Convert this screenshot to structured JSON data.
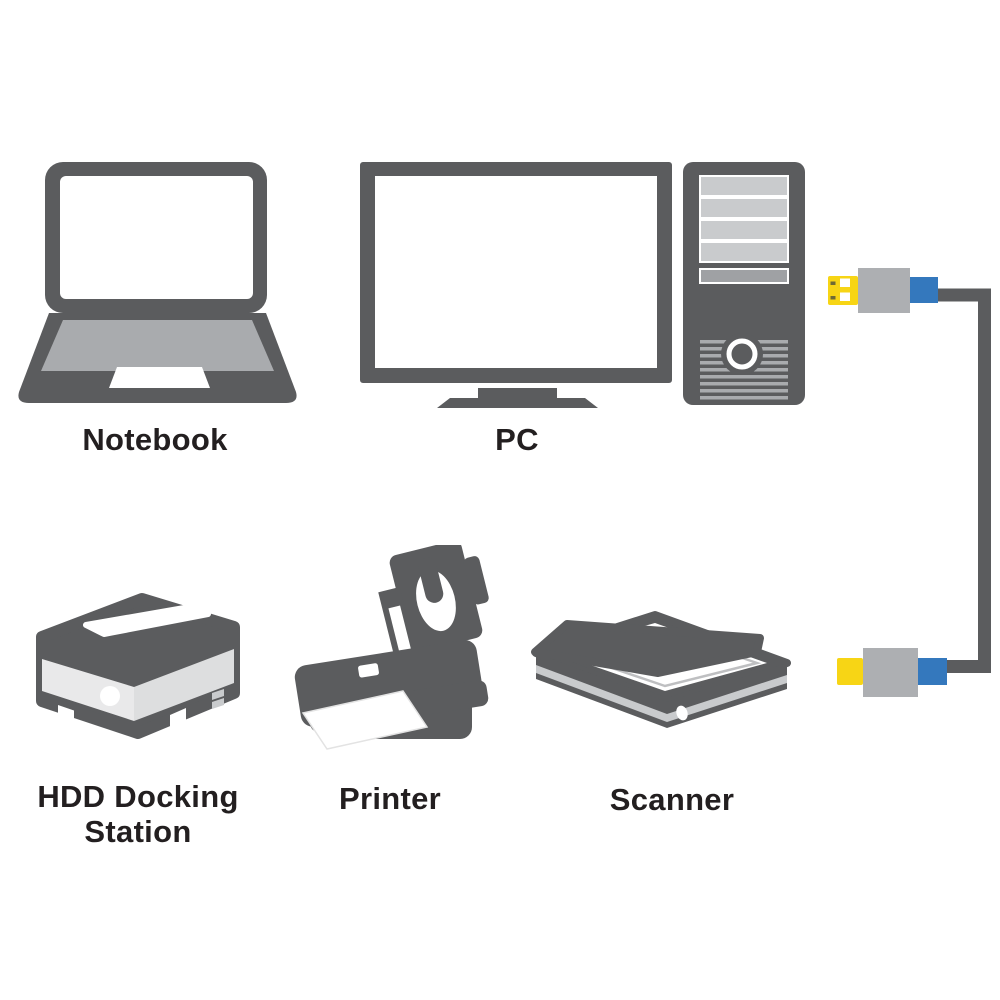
{
  "diagram": {
    "kind": "usb-cable-device-compatibility-diagram"
  },
  "devices": {
    "notebook": {
      "label": "Notebook"
    },
    "pc": {
      "label": "PC"
    },
    "hdd_docking_station": {
      "label_line1": "HDD Docking",
      "label_line2": "Station"
    },
    "printer": {
      "label": "Printer"
    },
    "scanner": {
      "label": "Scanner"
    }
  },
  "cable": {
    "top_connector_icon": "usb-plug-yellow-tip",
    "bottom_connector_icon": "usb-plug-yellow-tip",
    "colors": {
      "connector_yellow": "#F7D515",
      "connector_blue": "#3478BD",
      "connector_gray": "#ADAFB2",
      "cable_gray": "#5B5C5E"
    }
  },
  "colors": {
    "device_gray": "#5B5C5E",
    "text_black": "#231F20",
    "background": "#FFFFFF"
  }
}
